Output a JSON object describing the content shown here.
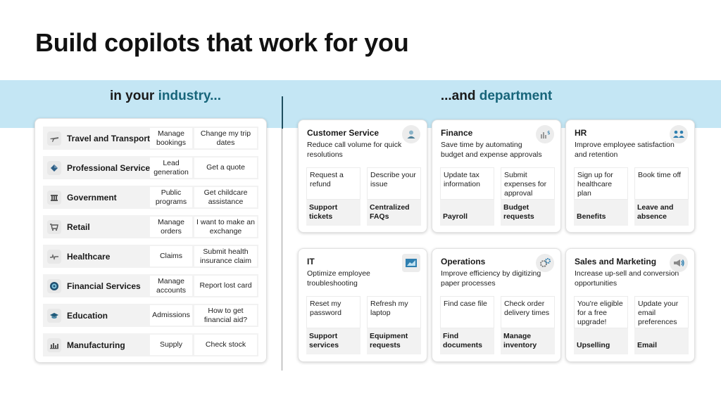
{
  "title": "Build copilots that work for you",
  "band": {
    "left_prefix": "in your ",
    "left_accent": "industry...",
    "right_prefix": "...and ",
    "right_accent": "department"
  },
  "industries": [
    {
      "name": "Travel and Transport",
      "icon": "airplane-icon",
      "a": "Manage bookings",
      "b": "Change my trip dates"
    },
    {
      "name": "Professional Services",
      "icon": "briefcase-icon",
      "a": "Lead generation",
      "b": "Get a quote"
    },
    {
      "name": "Government",
      "icon": "building-icon",
      "a": "Public programs",
      "b": "Get childcare assistance"
    },
    {
      "name": "Retail",
      "icon": "cart-icon",
      "a": "Manage orders",
      "b": "I want to make an exchange"
    },
    {
      "name": "Healthcare",
      "icon": "heart-pulse-icon",
      "a": "Claims",
      "b": "Submit health insurance claim"
    },
    {
      "name": "Financial Services",
      "icon": "coin-icon",
      "a": "Manage accounts",
      "b": "Report lost card"
    },
    {
      "name": "Education",
      "icon": "graduation-cap-icon",
      "a": "Admissions",
      "b": "How to get financial aid?"
    },
    {
      "name": "Manufacturing",
      "icon": "factory-icon",
      "a": "Supply",
      "b": "Check stock"
    }
  ],
  "departments": [
    {
      "title": "Customer Service",
      "icon": "agent-person-icon",
      "desc": "Reduce call volume for quick resolutions",
      "tiles": [
        {
          "top": "Request a refund",
          "bottom": "Support tickets"
        },
        {
          "top": "Describe your issue",
          "bottom": "Centralized FAQs"
        }
      ]
    },
    {
      "title": "Finance",
      "icon": "bar-chart-dollar-icon",
      "desc": "Save time by automating budget and expense approvals",
      "tiles": [
        {
          "top": "Update tax information",
          "bottom": "Payroll"
        },
        {
          "top": "Submit expenses for approval",
          "bottom": "Budget requests"
        }
      ]
    },
    {
      "title": "HR",
      "icon": "people-icon",
      "desc": "Improve employee satisfaction and retention",
      "tiles": [
        {
          "top": "Sign up for healthcare plan",
          "bottom": "Benefits"
        },
        {
          "top": "Book time off",
          "bottom": "Leave and absence"
        }
      ]
    },
    {
      "title": "IT",
      "icon": "monitor-chart-icon",
      "desc": "Optimize employee troubleshooting",
      "tiles": [
        {
          "top": "Reset my password",
          "bottom": "Support services"
        },
        {
          "top": "Refresh my laptop",
          "bottom": "Equipment requests"
        }
      ]
    },
    {
      "title": "Operations",
      "icon": "gears-icon",
      "desc": "Improve efficiency by digitizing paper processes",
      "tiles": [
        {
          "top": "Find case file",
          "bottom": "Find documents"
        },
        {
          "top": "Check order delivery times",
          "bottom": "Manage inventory"
        }
      ]
    },
    {
      "title": "Sales and Marketing",
      "icon": "megaphone-icon",
      "desc": "Increase up-sell and conversion opportunities",
      "tiles": [
        {
          "top": "You're eligible for a free upgrade!",
          "bottom": "Upselling"
        },
        {
          "top": "Update your email preferences",
          "bottom": "Email"
        }
      ]
    }
  ]
}
